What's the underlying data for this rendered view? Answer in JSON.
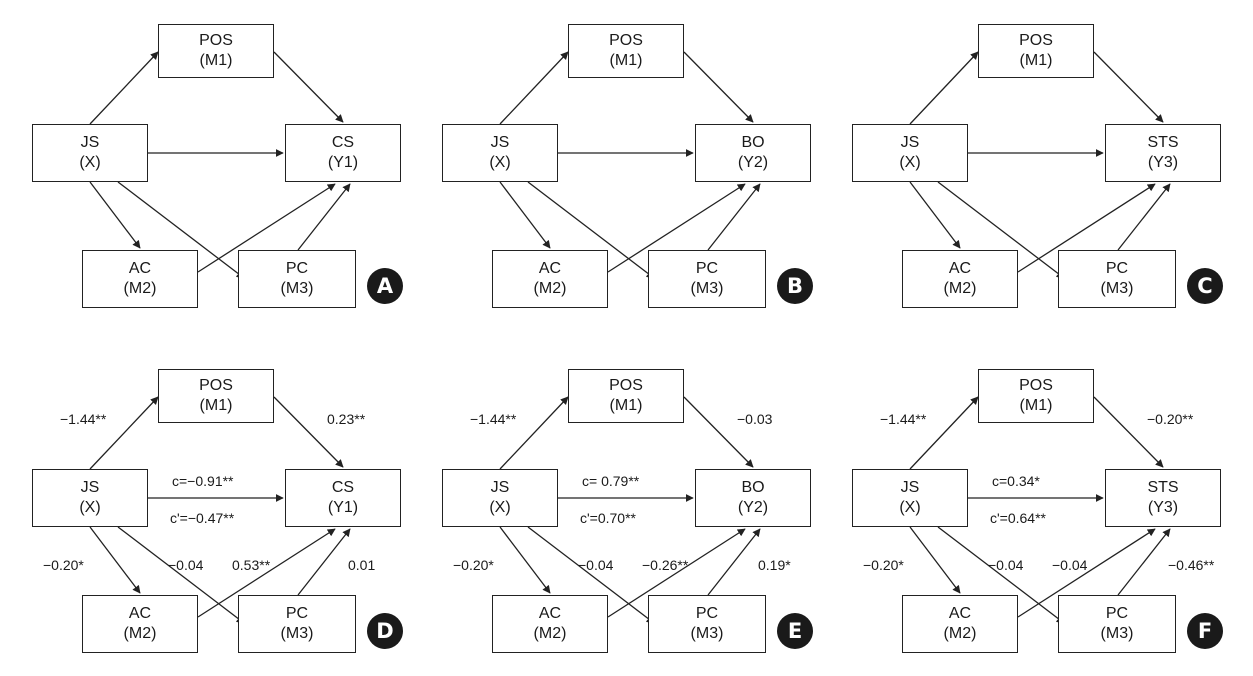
{
  "panels": [
    {
      "letter": "A",
      "outcome": [
        "CS",
        "(Y1)"
      ],
      "coefficients": null
    },
    {
      "letter": "B",
      "outcome": [
        "BO",
        "(Y2)"
      ],
      "coefficients": null
    },
    {
      "letter": "C",
      "outcome": [
        "STS",
        "(Y3)"
      ],
      "coefficients": null
    },
    {
      "letter": "D",
      "outcome": [
        "CS",
        "(Y1)"
      ],
      "coefficients": {
        "x_m1": "−1.44**",
        "m1_y": "0.23**",
        "c": "c=−0.91**",
        "c_prime": "c'=−0.47**",
        "x_m2": "−0.20*",
        "x_m3": "−0.04",
        "m2_y": "0.53**",
        "m3_y": "0.01"
      }
    },
    {
      "letter": "E",
      "outcome": [
        "BO",
        "(Y2)"
      ],
      "coefficients": {
        "x_m1": "−1.44**",
        "m1_y": "−0.03",
        "c": "c= 0.79**",
        "c_prime": "c'=0.70**",
        "x_m2": "−0.20*",
        "x_m3": "−0.04",
        "m2_y": "−0.26**",
        "m3_y": "0.19*"
      }
    },
    {
      "letter": "F",
      "outcome": [
        "STS",
        "(Y3)"
      ],
      "coefficients": {
        "x_m1": "−1.44**",
        "m1_y": "−0.20**",
        "c": "c=0.34*",
        "c_prime": "c'=0.64**",
        "x_m2": "−0.20*",
        "x_m3": "−0.04",
        "m2_y": "−0.04",
        "m3_y": "−0.46**"
      }
    }
  ],
  "nodes": {
    "m1": [
      "POS",
      "(M1)"
    ],
    "x": [
      "JS",
      "(X)"
    ],
    "m2": [
      "AC",
      "(M2)"
    ],
    "m3": [
      "PC",
      "(M3)"
    ]
  },
  "colors": {
    "line": "#222222",
    "badge": "#1a1a1a"
  }
}
